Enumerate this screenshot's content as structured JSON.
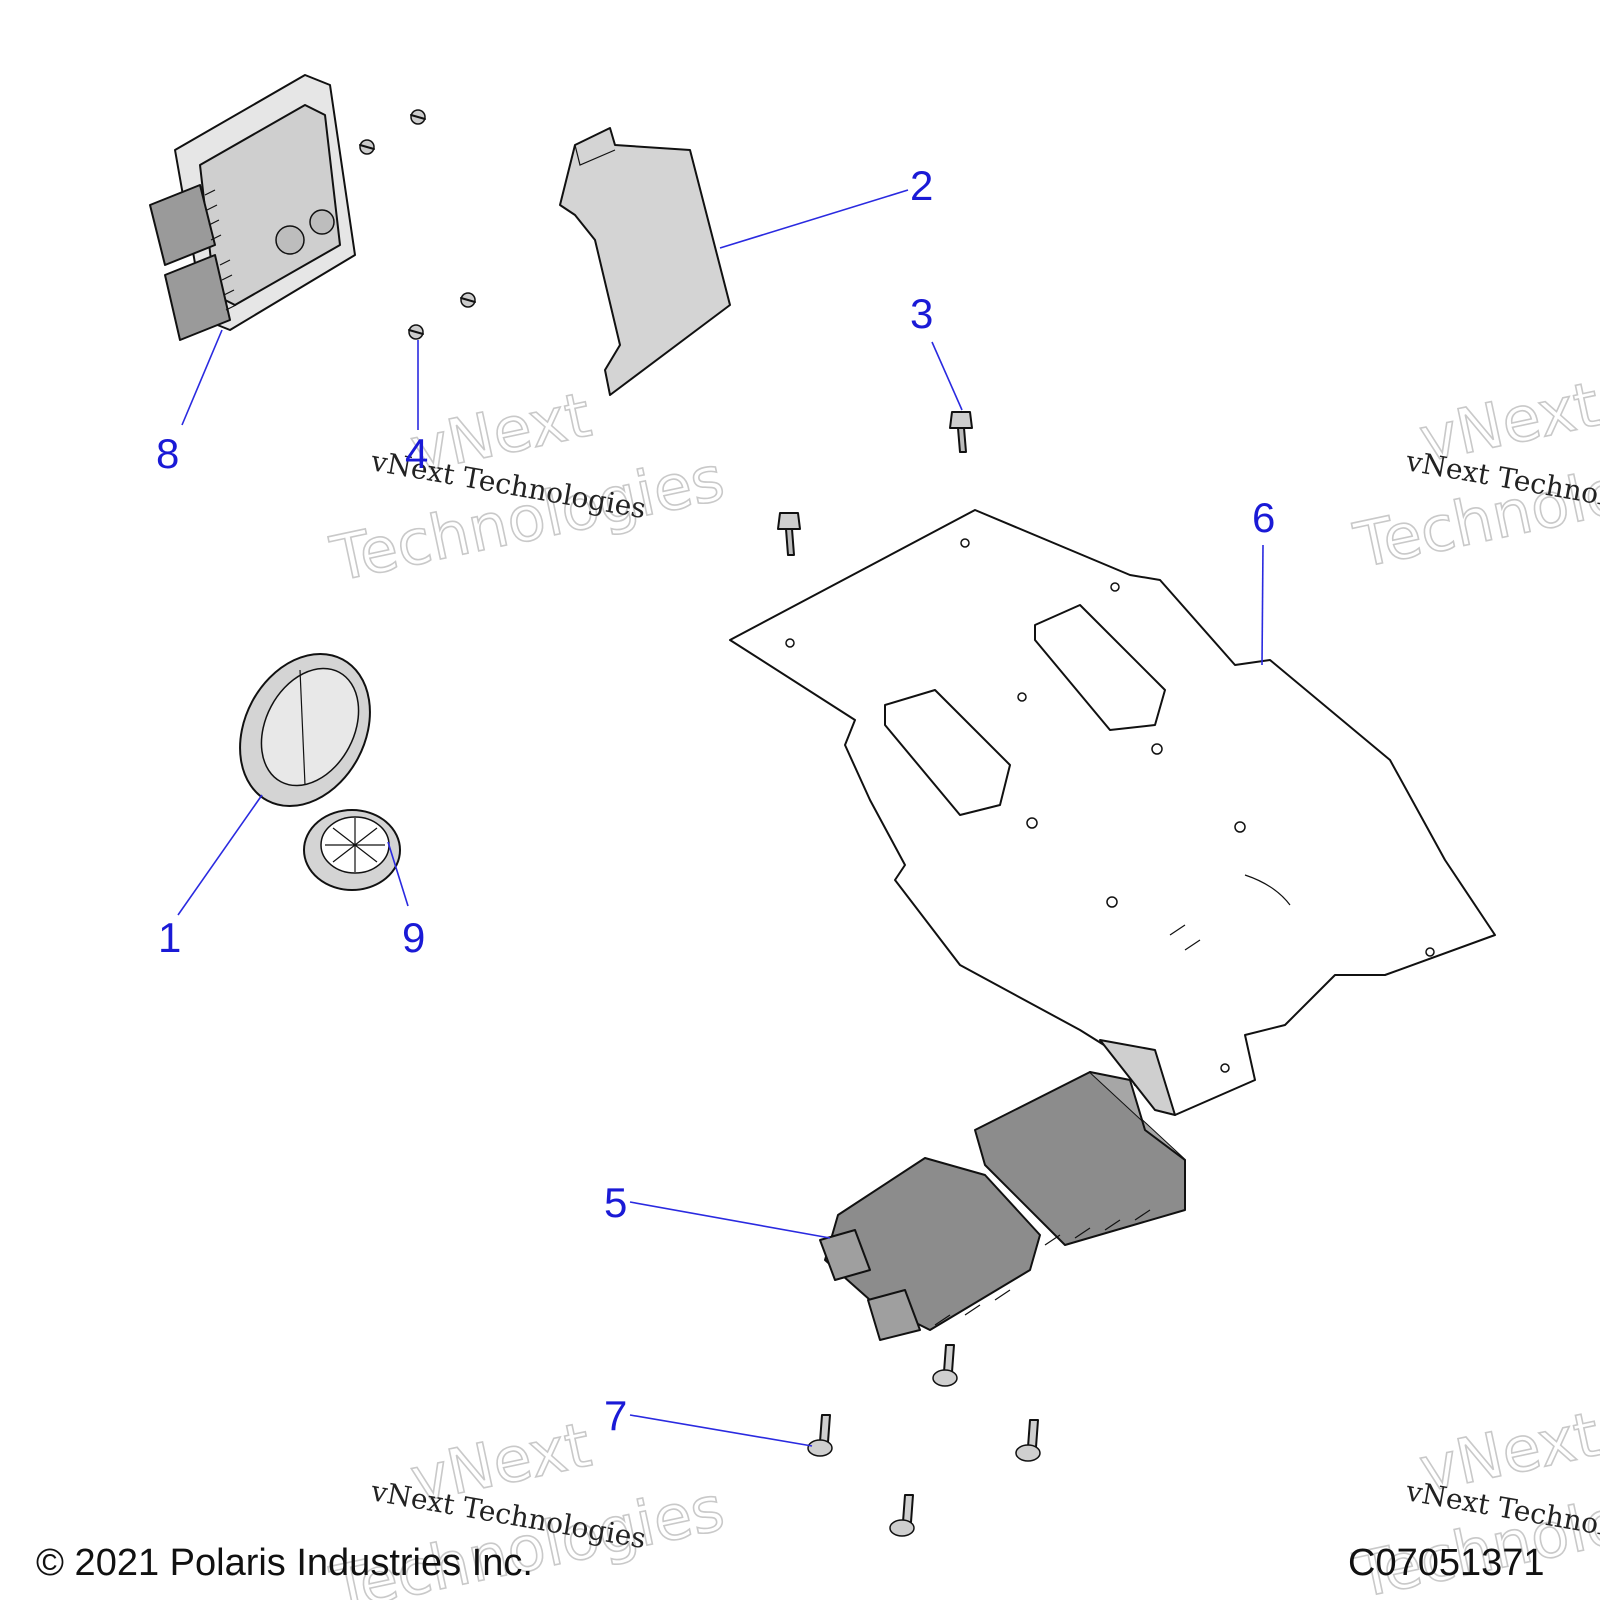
{
  "callouts": {
    "c1": "1",
    "c2": "2",
    "c3": "3",
    "c4": "4",
    "c5": "5",
    "c6": "6",
    "c7": "7",
    "c8": "8",
    "c9": "9"
  },
  "watermark": {
    "line1": "vNext",
    "line2": "Technologies",
    "small": "vNext Technologies"
  },
  "footer": {
    "copyright": "© 2021 Polaris Industries Inc.",
    "drawing_number": "C07051371"
  },
  "colors": {
    "callout": "#1a1ad6",
    "part_fill": "#d4d4d4",
    "part_dark": "#8c8c8c",
    "outline": "#111111"
  }
}
